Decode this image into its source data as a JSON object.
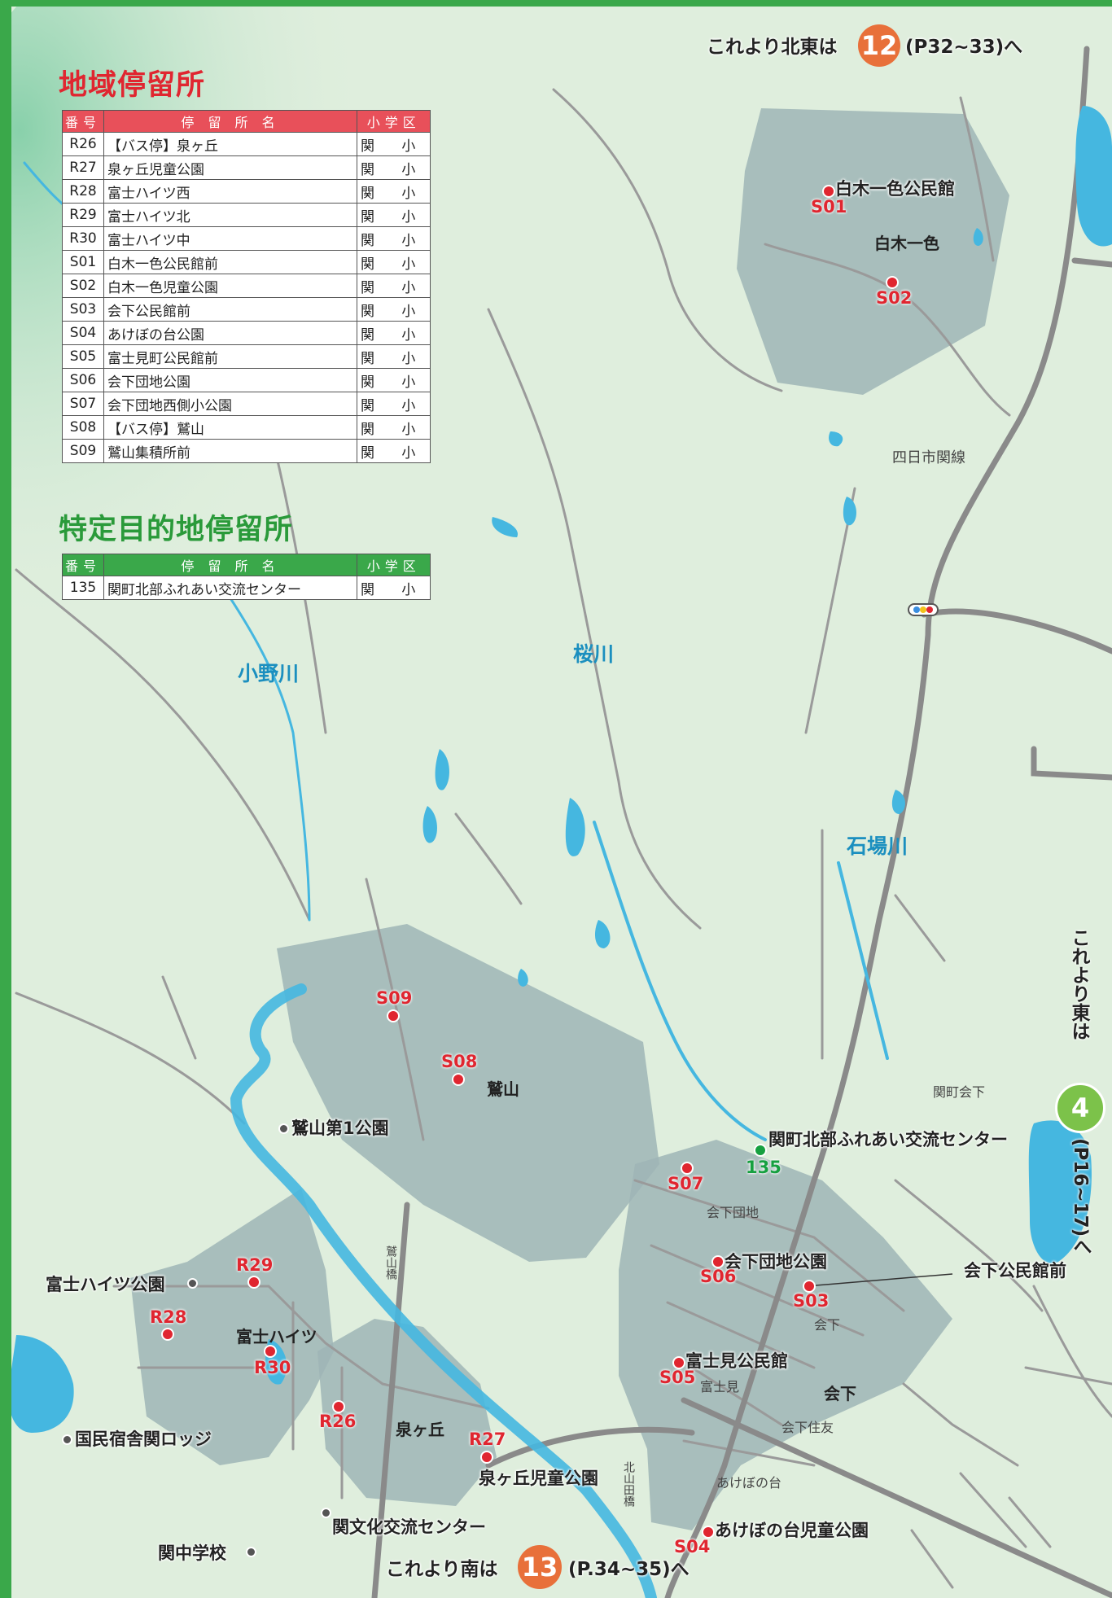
{
  "local_section": {
    "title": "地域停留所",
    "headers": {
      "num": "番号",
      "name": "停 留 所 名",
      "school": "小学区"
    },
    "rows": [
      {
        "num": "R26",
        "name": "【バス停】泉ヶ丘",
        "school": "関 小"
      },
      {
        "num": "R27",
        "name": "泉ヶ丘児童公園",
        "school": "関 小"
      },
      {
        "num": "R28",
        "name": "富士ハイツ西",
        "school": "関 小"
      },
      {
        "num": "R29",
        "name": "富士ハイツ北",
        "school": "関 小"
      },
      {
        "num": "R30",
        "name": "富士ハイツ中",
        "school": "関 小"
      },
      {
        "num": "S01",
        "name": "白木一色公民館前",
        "school": "関 小"
      },
      {
        "num": "S02",
        "name": "白木一色児童公園",
        "school": "関 小"
      },
      {
        "num": "S03",
        "name": "会下公民館前",
        "school": "関 小"
      },
      {
        "num": "S04",
        "name": "あけぼの台公園",
        "school": "関 小"
      },
      {
        "num": "S05",
        "name": "富士見町公民館前",
        "school": "関 小"
      },
      {
        "num": "S06",
        "name": "会下団地公園",
        "school": "関 小"
      },
      {
        "num": "S07",
        "name": "会下団地西側小公園",
        "school": "関 小"
      },
      {
        "num": "S08",
        "name": "【バス停】鷲山",
        "school": "関 小"
      },
      {
        "num": "S09",
        "name": "鷲山集積所前",
        "school": "関 小"
      }
    ]
  },
  "special_section": {
    "title": "特定目的地停留所",
    "headers": {
      "num": "番号",
      "name": "停 留 所 名",
      "school": "小学区"
    },
    "rows": [
      {
        "num": "135",
        "name": "関町北部ふれあい交流センター",
        "school": "関 小"
      }
    ]
  },
  "directions": {
    "northeast": {
      "text": "これより北東は",
      "badge": "12",
      "pages": "(P32~33)へ"
    },
    "south": {
      "text": "これより南は",
      "badge": "13",
      "pages": "(P.34~35)へ"
    },
    "east": {
      "text": "これより東は",
      "badge": "4",
      "pages": "(P16~17)へ"
    }
  },
  "rivers": {
    "ono": "小野川",
    "sakura": "桜川",
    "ishiba": "石場川"
  },
  "roads": {
    "yokkaichi": "四日市関線"
  },
  "bridges": {
    "washiyama": "鷲山橋",
    "kitayamada": "北山田橋"
  },
  "stops": {
    "S01": {
      "code": "S01",
      "label": "白木一色公民館"
    },
    "S02": {
      "code": "S02"
    },
    "S03": {
      "code": "S03",
      "label": "会下公民館前"
    },
    "S04": {
      "code": "S04",
      "label": "あけぼの台児童公園"
    },
    "S05": {
      "code": "S05",
      "label": "富士見公民館"
    },
    "S06": {
      "code": "S06",
      "label": "会下団地公園"
    },
    "S07": {
      "code": "S07"
    },
    "S08": {
      "code": "S08"
    },
    "S09": {
      "code": "S09"
    },
    "R26": {
      "code": "R26"
    },
    "R27": {
      "code": "R27",
      "label": "泉ヶ丘児童公園"
    },
    "R28": {
      "code": "R28"
    },
    "R29": {
      "code": "R29"
    },
    "R30": {
      "code": "R30"
    },
    "c135": {
      "code": "135",
      "label": "関町北部ふれあい交流センター"
    }
  },
  "areas": {
    "shiroki": "白木一色",
    "washiyama": "鷲山",
    "fujiheights": "富士ハイツ",
    "izumigaoka": "泉ヶ丘",
    "eshita": "会下",
    "eshita_small": "会下",
    "eshita_danchi": "会下団地",
    "fujimi": "富士見",
    "eshita_sumitomo": "会下住友",
    "akebono": "あけぼの台",
    "seki_eshita": "関町会下"
  },
  "landmarks": {
    "washiyama_park": "鷲山第1公園",
    "fuji_heights_park": "富士ハイツ公園",
    "kokumin_shukusha": "国民宿舎関ロッジ",
    "bunka_center": "関文化交流センター",
    "seki_jhs": "関中学校"
  },
  "colors": {
    "stop_red": "#e02630",
    "special_green": "#16a040",
    "area_gray": "#9fb5b6",
    "water": "#45b7e0",
    "badge_orange": "#e8703a",
    "badge_green": "#7cc24a"
  }
}
